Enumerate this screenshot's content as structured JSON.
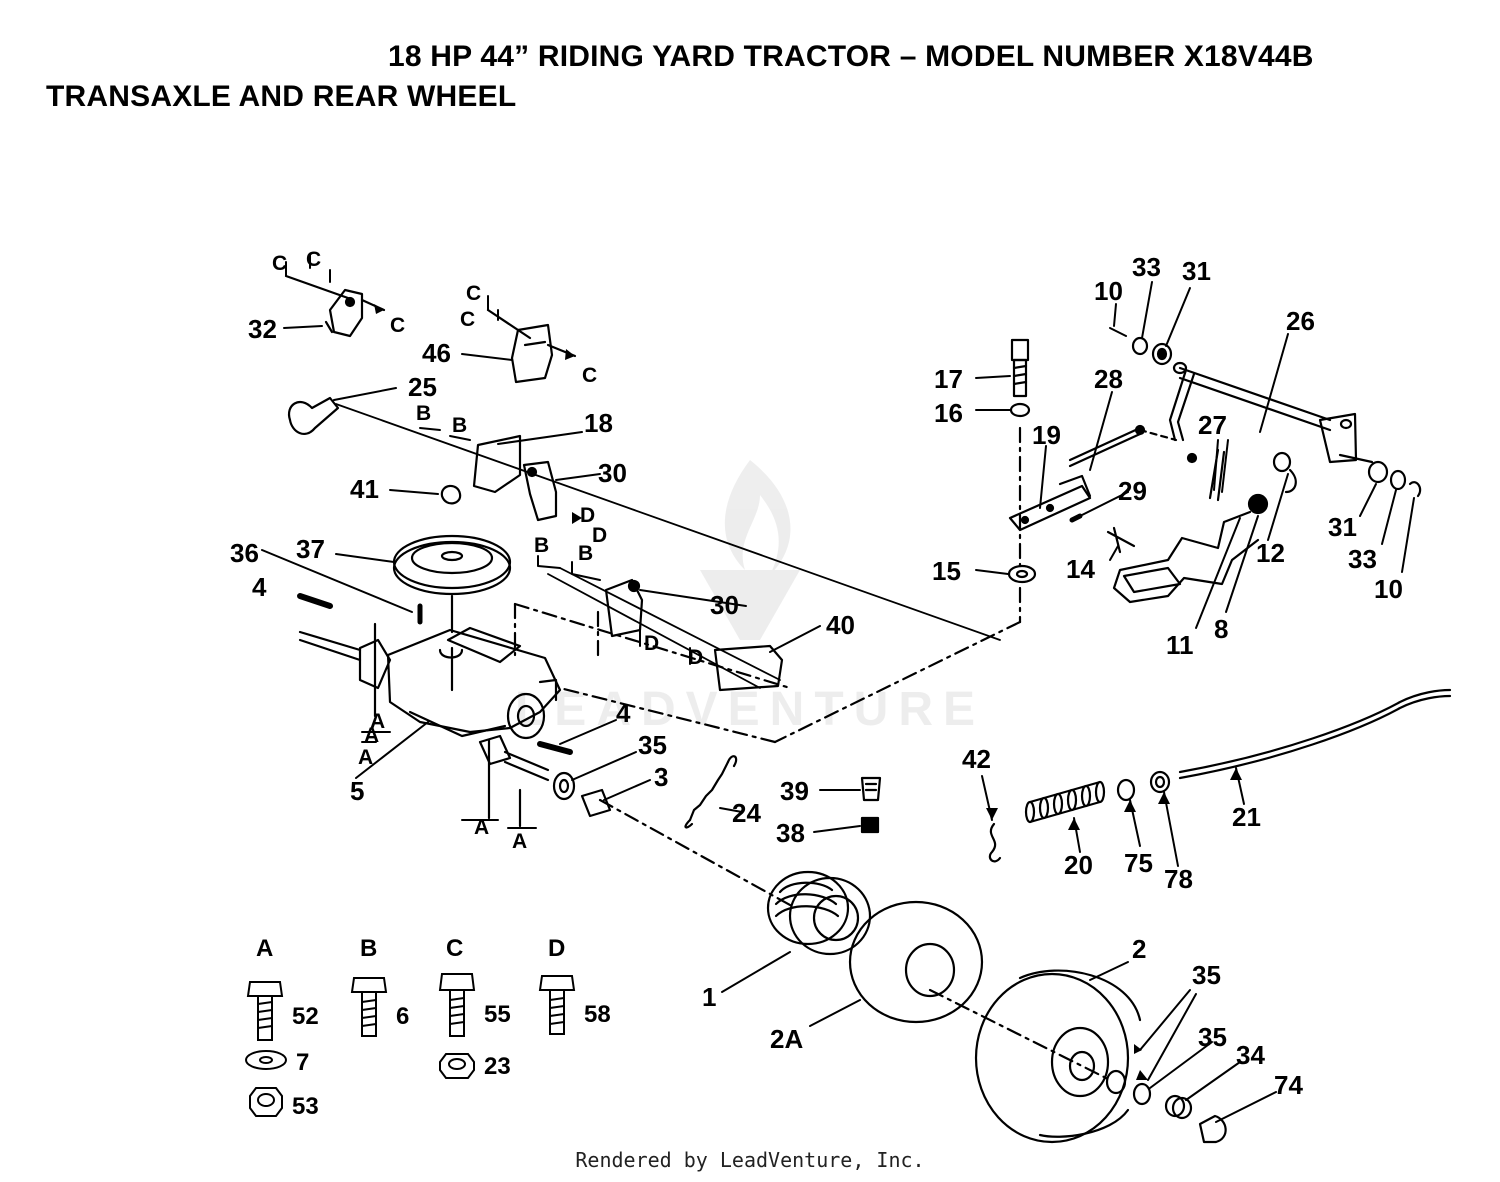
{
  "header": {
    "model_title": "18 HP 44” RIDING YARD TRACTOR – MODEL NUMBER X18V44B",
    "section_title": "TRANSAXLE AND REAR WHEEL"
  },
  "footer": {
    "text": "Rendered by LeadVenture, Inc."
  },
  "watermark": {
    "text": "LEADVENTURE"
  },
  "callouts": [
    {
      "id": "c1",
      "text": "1"
    },
    {
      "id": "c2",
      "text": "2"
    },
    {
      "id": "c2a",
      "text": "2A"
    },
    {
      "id": "c3",
      "text": "3"
    },
    {
      "id": "c4a",
      "text": "4"
    },
    {
      "id": "c4b",
      "text": "4"
    },
    {
      "id": "c5",
      "text": "5"
    },
    {
      "id": "c8",
      "text": "8"
    },
    {
      "id": "c10a",
      "text": "10"
    },
    {
      "id": "c10b",
      "text": "10"
    },
    {
      "id": "c11",
      "text": "11"
    },
    {
      "id": "c12",
      "text": "12"
    },
    {
      "id": "c14",
      "text": "14"
    },
    {
      "id": "c15",
      "text": "15"
    },
    {
      "id": "c16",
      "text": "16"
    },
    {
      "id": "c17",
      "text": "17"
    },
    {
      "id": "c18",
      "text": "18"
    },
    {
      "id": "c19",
      "text": "19"
    },
    {
      "id": "c20",
      "text": "20"
    },
    {
      "id": "c21",
      "text": "21"
    },
    {
      "id": "c24",
      "text": "24"
    },
    {
      "id": "c25",
      "text": "25"
    },
    {
      "id": "c26",
      "text": "26"
    },
    {
      "id": "c27",
      "text": "27"
    },
    {
      "id": "c28",
      "text": "28"
    },
    {
      "id": "c29",
      "text": "29"
    },
    {
      "id": "c30a",
      "text": "30"
    },
    {
      "id": "c30b",
      "text": "30"
    },
    {
      "id": "c31a",
      "text": "31"
    },
    {
      "id": "c31b",
      "text": "31"
    },
    {
      "id": "c32",
      "text": "32"
    },
    {
      "id": "c33a",
      "text": "33"
    },
    {
      "id": "c33b",
      "text": "33"
    },
    {
      "id": "c34",
      "text": "34"
    },
    {
      "id": "c35a",
      "text": "35"
    },
    {
      "id": "c35b",
      "text": "35"
    },
    {
      "id": "c35c",
      "text": "35"
    },
    {
      "id": "c36",
      "text": "36"
    },
    {
      "id": "c37",
      "text": "37"
    },
    {
      "id": "c38",
      "text": "38"
    },
    {
      "id": "c39",
      "text": "39"
    },
    {
      "id": "c40",
      "text": "40"
    },
    {
      "id": "c41",
      "text": "41"
    },
    {
      "id": "c42",
      "text": "42"
    },
    {
      "id": "c46",
      "text": "46"
    },
    {
      "id": "c74",
      "text": "74"
    },
    {
      "id": "c75",
      "text": "75"
    },
    {
      "id": "c78",
      "text": "78"
    }
  ],
  "letter_refs": [
    {
      "id": "l1",
      "text": "C"
    },
    {
      "id": "l2",
      "text": "C"
    },
    {
      "id": "l3",
      "text": "C"
    },
    {
      "id": "l4",
      "text": "C"
    },
    {
      "id": "l5",
      "text": "C"
    },
    {
      "id": "l6",
      "text": "C"
    },
    {
      "id": "l7",
      "text": "B"
    },
    {
      "id": "l8",
      "text": "B"
    },
    {
      "id": "l9",
      "text": "B"
    },
    {
      "id": "l10",
      "text": "B"
    },
    {
      "id": "l11",
      "text": "D"
    },
    {
      "id": "l12",
      "text": "D"
    },
    {
      "id": "l13",
      "text": "D"
    },
    {
      "id": "l14",
      "text": "D"
    },
    {
      "id": "l15",
      "text": "A"
    },
    {
      "id": "l16",
      "text": "A"
    },
    {
      "id": "l17",
      "text": "A"
    },
    {
      "id": "l18",
      "text": "A"
    },
    {
      "id": "l19",
      "text": "A"
    }
  ],
  "hardware_key": {
    "groups": [
      {
        "letter": "A",
        "bolt": "52",
        "washer": "7",
        "nut": "53"
      },
      {
        "letter": "B",
        "bolt": "6"
      },
      {
        "letter": "C",
        "bolt": "55",
        "nut": "23"
      },
      {
        "letter": "D",
        "bolt": "58"
      }
    ]
  }
}
